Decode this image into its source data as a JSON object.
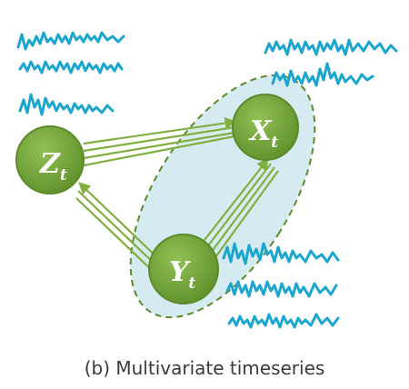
{
  "caption": "(b) Multivariate timeseries",
  "nodes": {
    "z": {
      "main": "Z",
      "sub": "t"
    },
    "x": {
      "main": "X",
      "sub": "t"
    },
    "y": {
      "main": "Y",
      "sub": "t"
    }
  },
  "edges": [
    {
      "from": "Z",
      "to": "X"
    },
    {
      "from": "Y",
      "to": "Z"
    },
    {
      "from": "Y",
      "to": "X"
    }
  ],
  "colors": {
    "node_fill": "#7aab3c",
    "node_stroke": "#5c8a2a",
    "edge": "#7faf3f",
    "group_fill": "#cfe7ee",
    "group_stroke": "#5c8a2a",
    "wave": "#1ba6cf"
  }
}
